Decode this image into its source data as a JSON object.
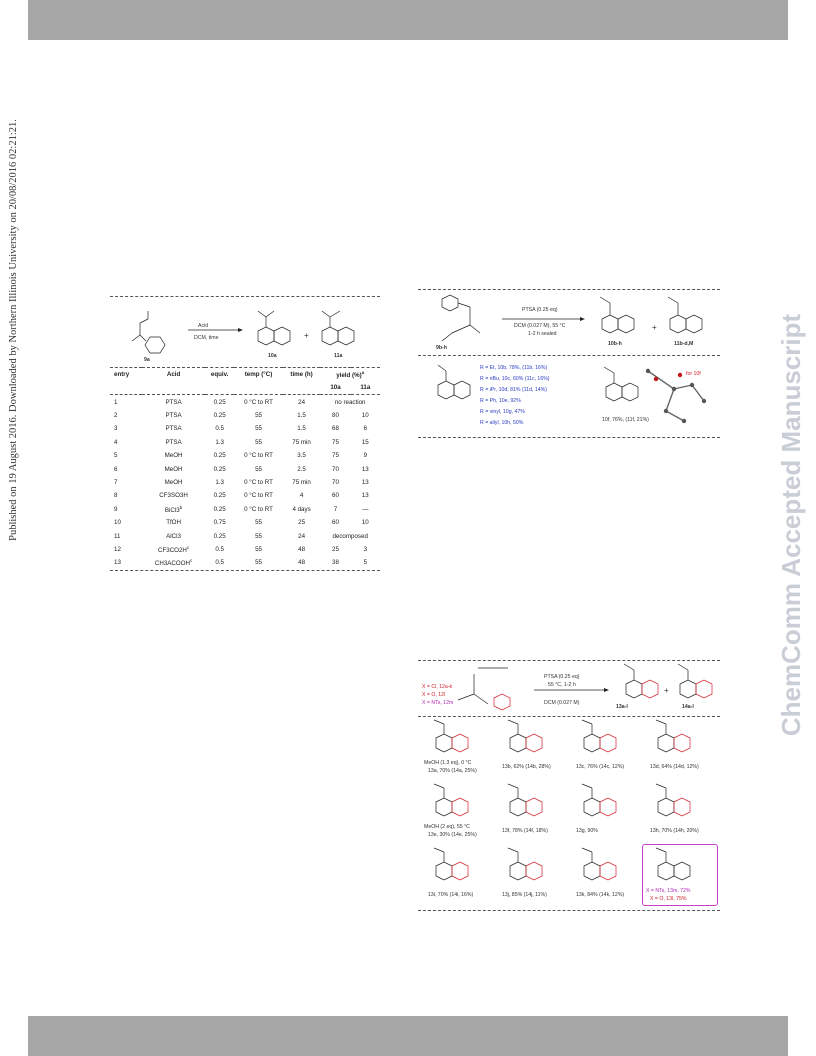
{
  "side_left": "Published on 19 August 2016. Downloaded by Northern Illinois University on 20/08/2016 02:21:21.",
  "side_right": "ChemComm Accepted Manuscript",
  "table1": {
    "scheme": {
      "reagent_top": "Acid",
      "reagent_bottom": "DCM, time",
      "substrate_label": "9a",
      "product1": "10a",
      "product2": "11a",
      "plus": "+"
    },
    "headers": [
      "entry",
      "Acid",
      "equiv.",
      "temp (°C)",
      "time (h)",
      "yield (%)"
    ],
    "yield_sup": "a",
    "subheaders": [
      "10a",
      "11a"
    ],
    "rows": [
      [
        "1",
        "PTSA",
        "0.25",
        "0 °C to RT",
        "24",
        "no reaction",
        ""
      ],
      [
        "2",
        "PTSA",
        "0.25",
        "55",
        "1.5",
        "80",
        "10"
      ],
      [
        "3",
        "PTSA",
        "0.5",
        "55",
        "1.5",
        "68",
        "6"
      ],
      [
        "4",
        "PTSA",
        "1.3",
        "55",
        "75 min",
        "75",
        "15"
      ],
      [
        "5",
        "MeOH",
        "0.25",
        "0 °C to RT",
        "3.5",
        "75",
        "9"
      ],
      [
        "6",
        "MeOH",
        "0.25",
        "55",
        "2.5",
        "70",
        "13"
      ],
      [
        "7",
        "MeOH",
        "1.3",
        "0 °C to RT",
        "75 min",
        "70",
        "13"
      ],
      [
        "8",
        "CF3SO3H",
        "0.25",
        "0 °C to RT",
        "4",
        "60",
        "13"
      ],
      [
        "9",
        "BiCl3",
        "0.25",
        "0 °C to RT",
        "4 days",
        "7",
        "—"
      ],
      [
        "10",
        "TfOH",
        "0.75",
        "55",
        "25",
        "60",
        "10"
      ],
      [
        "11",
        "AlCl3",
        "0.25",
        "55",
        "24",
        "decomposed",
        ""
      ],
      [
        "12",
        "CF3CO2H",
        "0.5",
        "55",
        "48",
        "25",
        "3"
      ],
      [
        "13",
        "CH3ACOOH",
        "0.5",
        "55",
        "48",
        "38",
        "5"
      ]
    ],
    "row_sups": [
      "",
      "",
      "",
      "",
      "",
      "",
      "",
      "",
      "b",
      "",
      "",
      "c",
      "c"
    ]
  },
  "scheme2": {
    "reagent_top": "PTSA (0.25 eq)",
    "reagent_mid": "DCM (0.027 M), 55 °C",
    "reagent_bottom": "1-2 h sealed",
    "substrate_label": "9b-h",
    "product1": "10b-h",
    "product2": "11b-d,M",
    "results": [
      {
        "text": "R = Et, 10b, 78%, (11b, 16%)",
        "color": "blue"
      },
      {
        "text": "R = nBu, 10c, 60% (11c, 16%)",
        "color": "blue"
      },
      {
        "text": "R = iPr, 10d, 81% (11d, 14%)",
        "color": "blue"
      },
      {
        "text": "R = Ph, 10e, 92%",
        "color": "blue"
      },
      {
        "text": "R = vinyl, 10g, 47%",
        "color": "blue"
      },
      {
        "text": "R = allyl, 10h, 50%",
        "color": "blue"
      }
    ],
    "cyclo_label": "10f, 76%, (11f, 21%)",
    "xray_label": "for 10f"
  },
  "scheme3": {
    "substituents": [
      {
        "text": "X = Cl, 12a-k",
        "color": "red"
      },
      {
        "text": "X = O, 12l",
        "color": "red"
      },
      {
        "text": "X = NTs, 12m",
        "color": "purple"
      }
    ],
    "reagent_top": "PTSA (0.25 eq)",
    "reagent_mid": "55 °C, 1-2 h",
    "reagent_bottom": "DCM (0.027 M)",
    "product1": "13a-l",
    "product2": "14a-l",
    "plus": "+",
    "compounds": [
      {
        "label": "13a, 70% (14a, 25%)",
        "extra": "MeOH (1.3 eq), 0 °C"
      },
      {
        "label": "13b, 62% (14b, 28%)",
        "extra": ""
      },
      {
        "label": "13c, 76% (14c, 12%)",
        "extra": ""
      },
      {
        "label": "13d, 64% (14d, 12%)",
        "extra": ""
      },
      {
        "label": "13e, 30% (14e, 25%)",
        "extra": "MeOH (2 eq), 55 °C"
      },
      {
        "label": "13f, 78% (14f, 18%)",
        "extra": ""
      },
      {
        "label": "13g, 90%",
        "extra": ""
      },
      {
        "label": "13h, 70% (14h, 20%)",
        "extra": ""
      },
      {
        "label": "13i, 70% (14i, 16%)",
        "extra": ""
      },
      {
        "label": "13j, 85% (14j, 11%)",
        "extra": ""
      },
      {
        "label": "13k, 84% (14k, 12%)",
        "extra": ""
      },
      {
        "label": "X = O, 13l, 75%",
        "extra": "X = NTs, 13m, 72%"
      }
    ]
  }
}
